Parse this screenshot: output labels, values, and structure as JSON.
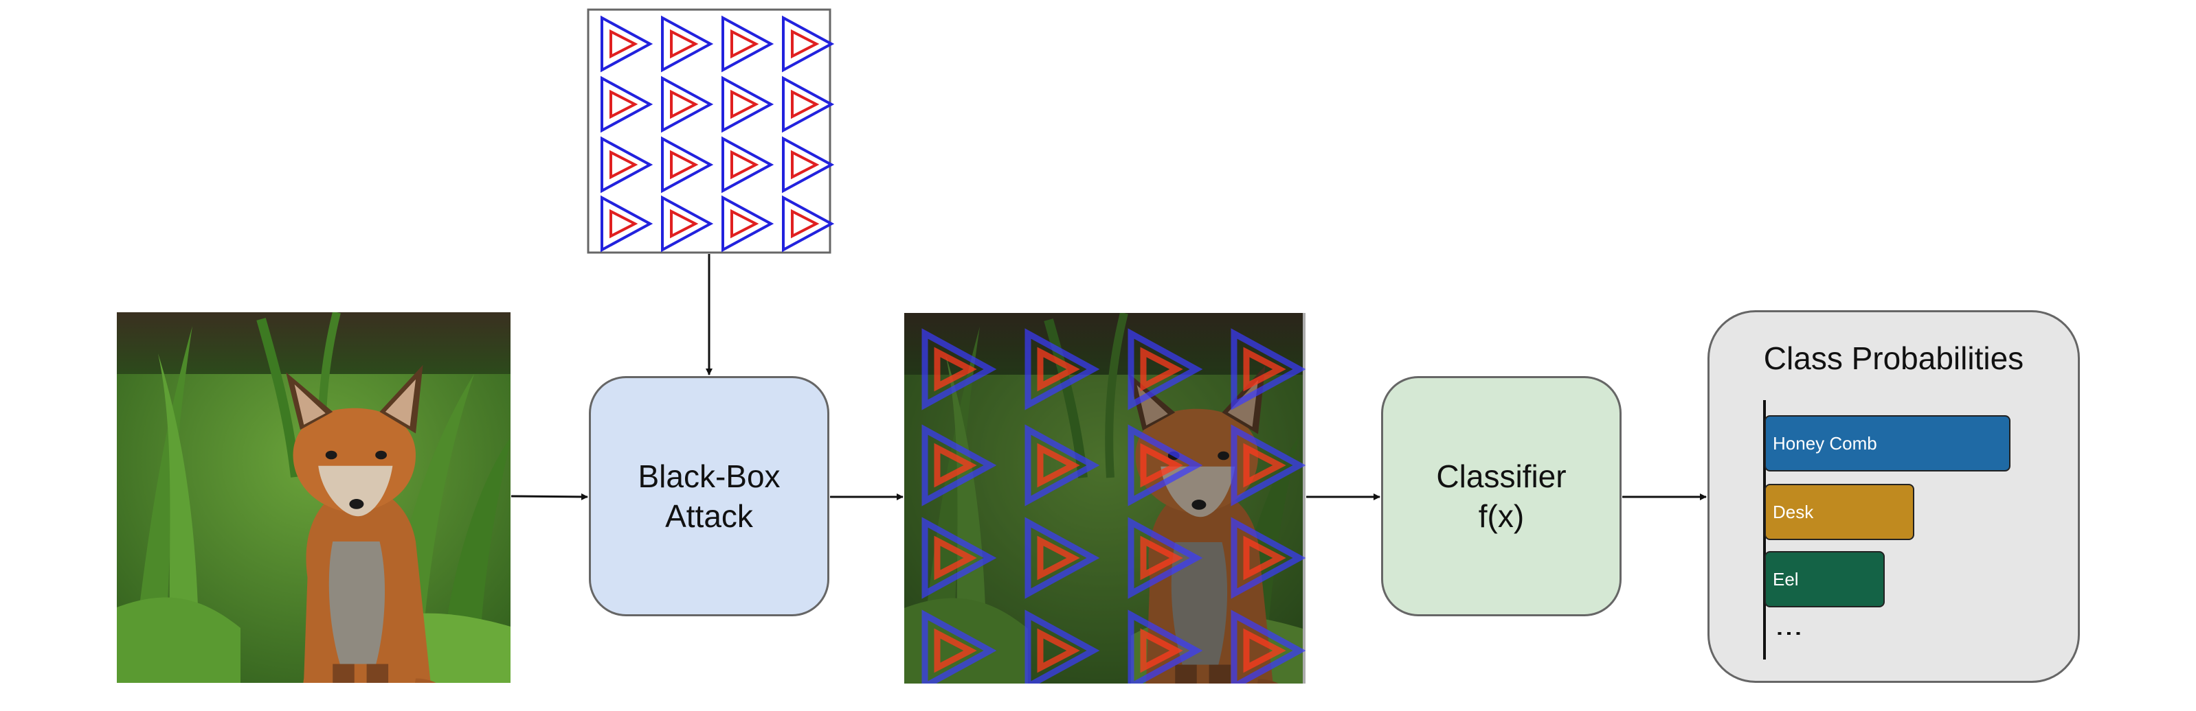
{
  "attack_node": {
    "label_line1": "Black-Box",
    "label_line2": "Attack"
  },
  "classifier_node": {
    "label_line1": "Classifier",
    "label_line2": "f(x)"
  },
  "probabilities": {
    "title": "Class Probabilities",
    "ellipsis": "⋮",
    "bars": [
      {
        "label": "Honey Comb",
        "value": 1.0,
        "color": "#1f6aa5"
      },
      {
        "label": "Desk",
        "value": 0.61,
        "color": "#c08a1f"
      },
      {
        "label": "Eel",
        "value": 0.49,
        "color": "#146346"
      }
    ]
  },
  "colors": {
    "attack_fill": "#d4e1f5",
    "classifier_fill": "#d5e8d4",
    "probs_fill": "#e6e6e6",
    "patch_outer_triangle": "#2222dd",
    "patch_inner_triangle": "#e02020",
    "arrow": "#111111"
  },
  "images": {
    "input_image": "fox-photo",
    "patch_image": "triangle-patch-grid",
    "adversarial_image": "fox-photo-with-patch-overlay"
  }
}
